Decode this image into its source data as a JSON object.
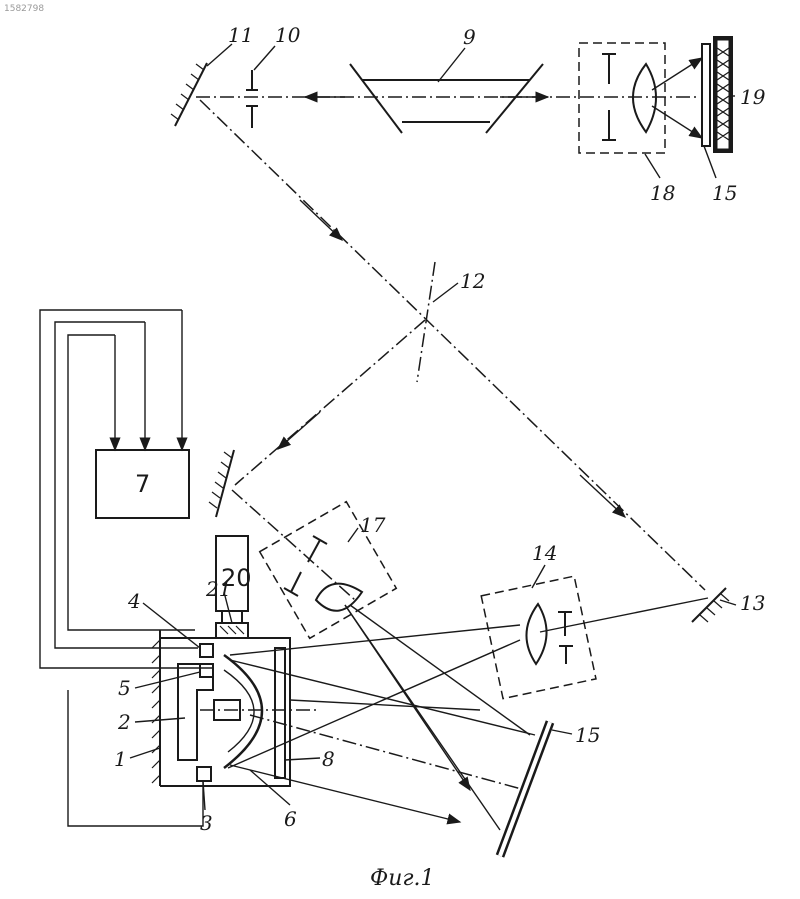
{
  "document": {
    "number": "1582798"
  },
  "caption": "Фиг.1",
  "labels": {
    "n1": "1",
    "n2": "2",
    "n3": "3",
    "n4": "4",
    "n5": "5",
    "n6": "6",
    "n7": "7",
    "n8": "8",
    "n9": "9",
    "n10": "10",
    "n11": "11",
    "n12": "12",
    "n13": "13",
    "n14": "14",
    "n15a": "15",
    "n15b": "15",
    "n17": "17",
    "n18": "18",
    "n19": "19",
    "n20": "20",
    "n21": "21"
  },
  "colors": {
    "ink": "#1a1a1a",
    "paper": "#ffffff"
  }
}
